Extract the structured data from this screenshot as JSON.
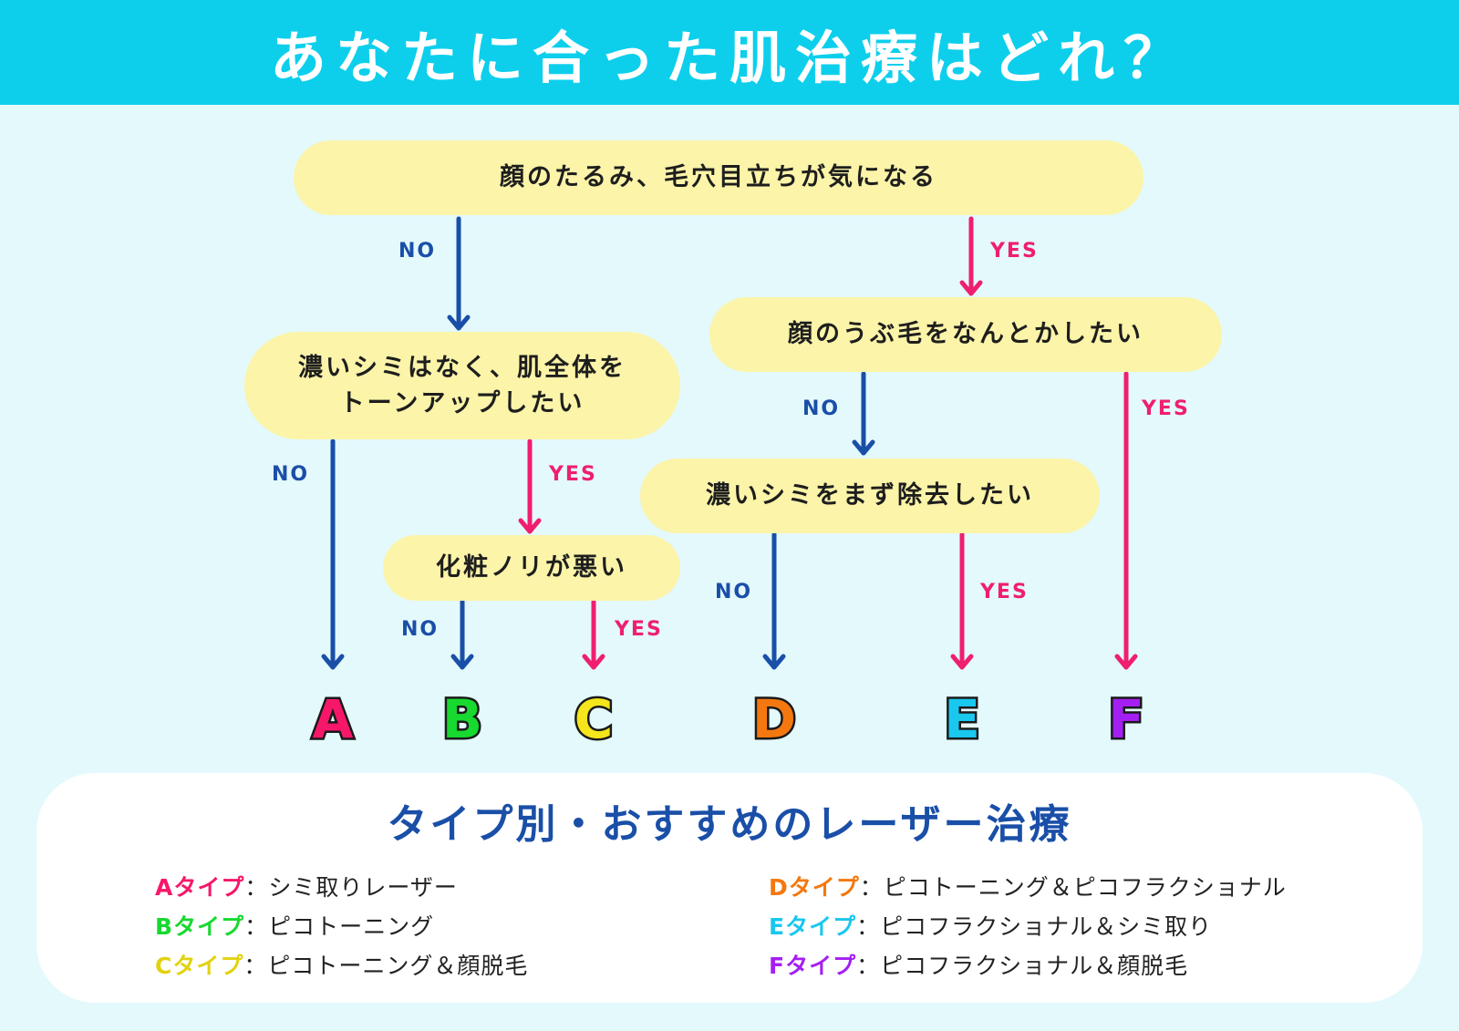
{
  "title": "あなたに合った肌治療はどれ？",
  "colors": {
    "header_bg": "#0dcfec",
    "background": "#e4f9fc",
    "node_fill": "#fbf4a9",
    "no_arrow": "#1a4fa8",
    "yes_arrow": "#ef1f6e"
  },
  "questions": {
    "q1": "顔のたるみ、毛穴目立ちが気になる",
    "q2": "濃いシミはなく、肌全体を\nトーンアップしたい",
    "q3": "顔のうぶ毛をなんとかしたい",
    "q4": "化粧ノリが悪い",
    "q5": "濃いシミをまず除去したい"
  },
  "branch_labels": {
    "no": "NO",
    "yes": "YES"
  },
  "results": [
    {
      "letter": "A",
      "color": "#f7176a"
    },
    {
      "letter": "B",
      "color": "#17d92f"
    },
    {
      "letter": "C",
      "color": "#f4e51c"
    },
    {
      "letter": "D",
      "color": "#f4780f"
    },
    {
      "letter": "E",
      "color": "#19c7ef"
    },
    {
      "letter": "F",
      "color": "#a41ff2"
    }
  ],
  "recommendations": {
    "heading": "タイプ別・おすすめのレーザー治療",
    "items": [
      {
        "type": "Aタイプ",
        "treatment": "：シミ取りレーザー",
        "color": "#f7176a"
      },
      {
        "type": "Bタイプ",
        "treatment": "：ピコトーニング",
        "color": "#17d92f"
      },
      {
        "type": "Cタイプ",
        "treatment": "：ピコトーニング＆顔脱毛",
        "color": "#e2d20f"
      },
      {
        "type": "Dタイプ",
        "treatment": "：ピコトーニング＆ピコフラクショナル",
        "color": "#f4780f"
      },
      {
        "type": "Eタイプ",
        "treatment": "：ピコフラクショナル＆シミ取り",
        "color": "#19c7ef"
      },
      {
        "type": "Fタイプ",
        "treatment": "：ピコフラクショナル＆顔脱毛",
        "color": "#a41ff2"
      }
    ]
  }
}
